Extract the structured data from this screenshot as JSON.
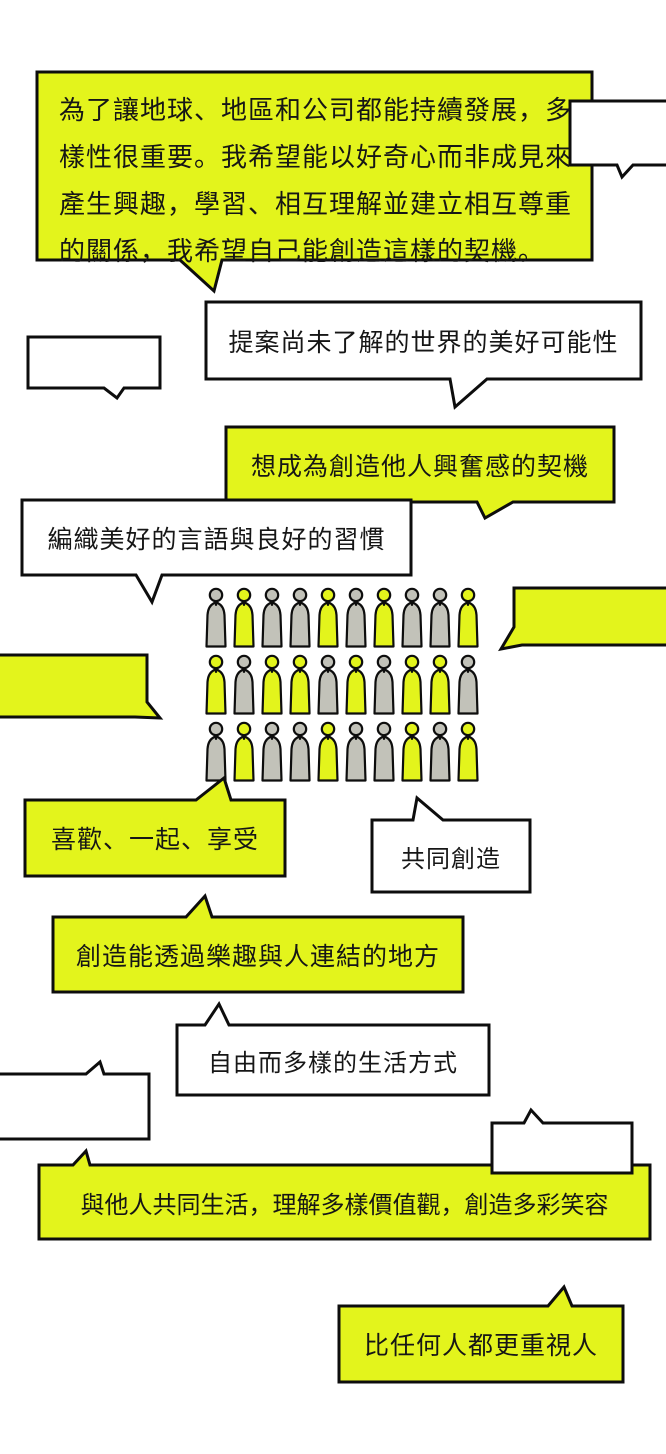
{
  "colors": {
    "yellow": "#e3f41c",
    "white": "#ffffff",
    "border": "#0d0d0d",
    "gray_person": "#c2c2b9",
    "text": "#161616"
  },
  "bubbles": {
    "intro": {
      "lines": [
        "為了讓地球、地區和公司都能持續發展，多",
        "樣性很重要。我希望能以好奇心而非成見來",
        "產生興趣，學習、相互理解並建立相互尊重",
        "的關係，我希望自己能創造這樣的契機。"
      ]
    },
    "propose": {
      "label": "提案尚未了解的世界的美好可能性"
    },
    "excite": {
      "label": "想成為創造他人興奮感的契機"
    },
    "weave": {
      "label": "編織美好的言語與良好的習慣"
    },
    "enjoy": {
      "label": "喜歡、一起、享受"
    },
    "cocreate": {
      "label": "共同創造"
    },
    "connect": {
      "label": "創造能透過樂趣與人連結的地方"
    },
    "lifestyle": {
      "label": "自由而多樣的生活方式"
    },
    "live_together": {
      "label": "與他人共同生活，理解多樣價值觀，創造多彩笑容"
    },
    "value_people": {
      "label": "比任何人都更重視人"
    }
  },
  "people_grid": {
    "rows": [
      [
        "gray",
        "yellow",
        "gray",
        "gray",
        "yellow",
        "gray",
        "yellow",
        "gray",
        "gray",
        "yellow"
      ],
      [
        "yellow",
        "gray",
        "yellow",
        "yellow",
        "gray",
        "yellow",
        "gray",
        "yellow",
        "yellow",
        "gray"
      ],
      [
        "gray",
        "yellow",
        "gray",
        "gray",
        "yellow",
        "gray",
        "gray",
        "yellow",
        "gray",
        "yellow"
      ]
    ]
  }
}
